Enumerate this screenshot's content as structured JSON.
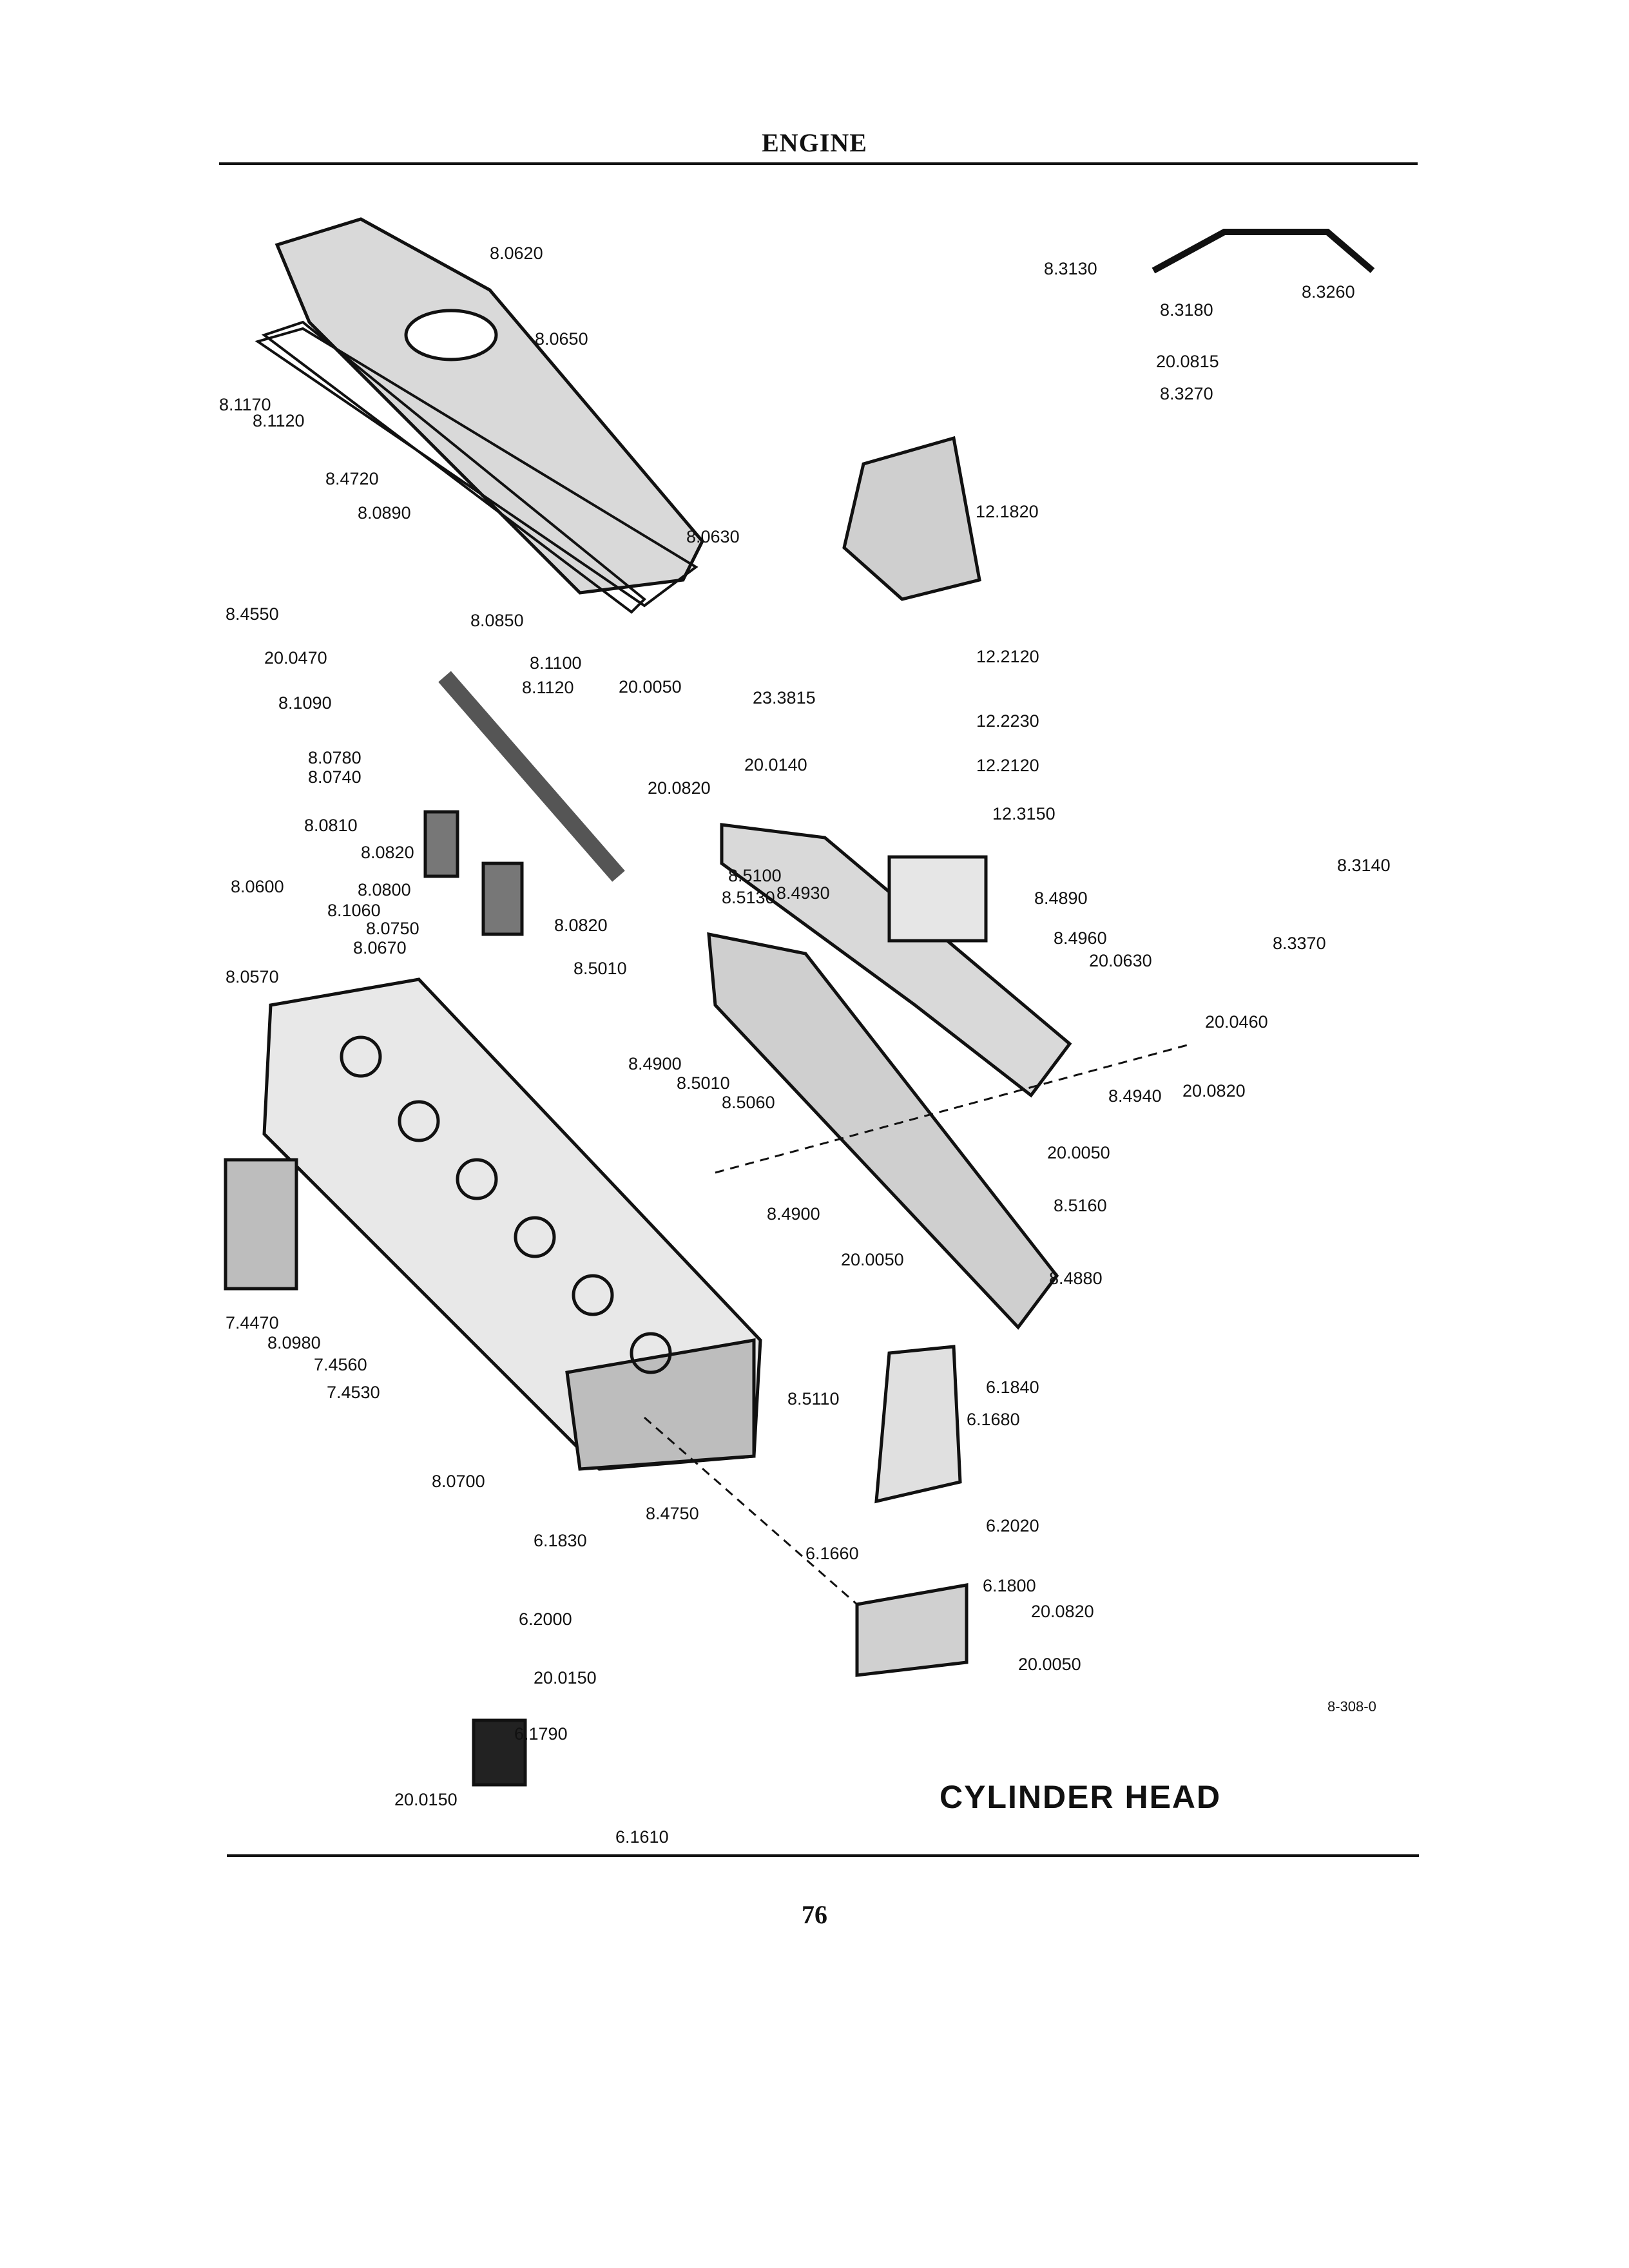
{
  "header": {
    "section": "ENGINE"
  },
  "footer": {
    "page_number": "76",
    "figure_ref": "8-308-0"
  },
  "title": "CYLINDER HEAD",
  "callouts": [
    "8.0620",
    "8.0650",
    "8.1170",
    "8.1120",
    "8.4720",
    "8.0890",
    "8.4550",
    "8.0630",
    "8.0850",
    "20.0470",
    "8.1100",
    "20.0050",
    "8.1120",
    "8.1090",
    "8.0780",
    "8.0740",
    "20.0820",
    "8.0810",
    "8.0820",
    "8.0600",
    "8.0800",
    "8.1060",
    "8.0820",
    "8.0750",
    "8.0670",
    "8.0570",
    "8.5010",
    "8.4900",
    "8.5010",
    "8.5060",
    "8.3130",
    "8.3260",
    "8.3180",
    "20.0815",
    "8.3270",
    "12.1820",
    "12.2120",
    "23.3815",
    "12.2230",
    "20.0140",
    "12.2120",
    "12.3150",
    "8.5100",
    "8.5130",
    "8.4930",
    "8.4890",
    "8.3140",
    "8.4960",
    "8.3370",
    "20.0630",
    "20.0460",
    "8.4940",
    "20.0820",
    "20.0050",
    "8.5160",
    "8.4900",
    "20.0050",
    "8.4880",
    "7.4470",
    "8.0980",
    "7.4560",
    "7.4530",
    "8.5110",
    "6.1840",
    "6.1680",
    "8.0700",
    "6.1830",
    "8.4750",
    "6.1660",
    "6.2020",
    "6.1800",
    "20.0820",
    "20.0050",
    "6.2000",
    "20.0150",
    "6.1790",
    "20.0150",
    "6.1610"
  ]
}
